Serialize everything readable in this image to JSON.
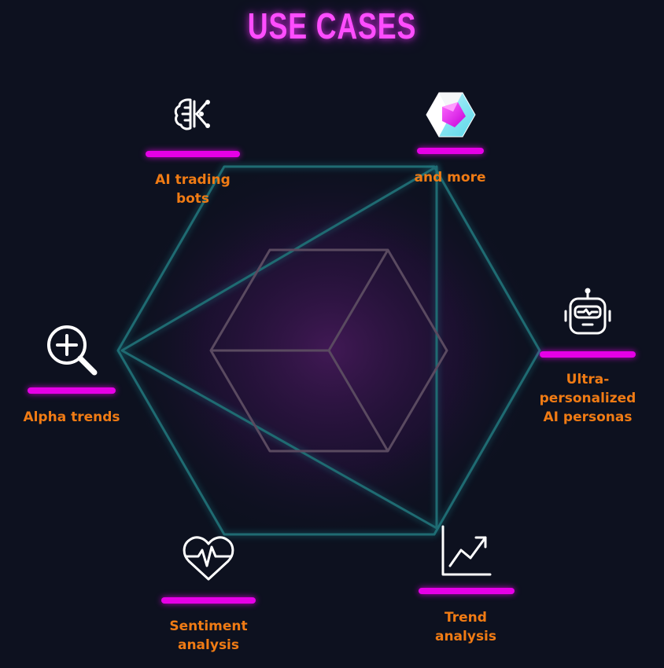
{
  "title": "USE CASES",
  "use_cases": [
    {
      "label": "AI trading bots",
      "icon": "brain-circuit-icon"
    },
    {
      "label": "and more",
      "icon": "gem-cube-icon"
    },
    {
      "label": "Ultra-personalized AI personas",
      "icon": "robot-icon"
    },
    {
      "label": "Trend analysis",
      "icon": "line-chart-icon"
    },
    {
      "label": "Sentiment analysis",
      "icon": "heart-pulse-icon"
    },
    {
      "label": "Alpha trends",
      "icon": "magnify-plus-icon"
    }
  ],
  "colors": {
    "background": "#0d111f",
    "title": "#ff4dff",
    "bar": "#e600e6",
    "label": "#f07b14",
    "hexagon": "#1f6b72",
    "cube": "#5a4a60"
  }
}
